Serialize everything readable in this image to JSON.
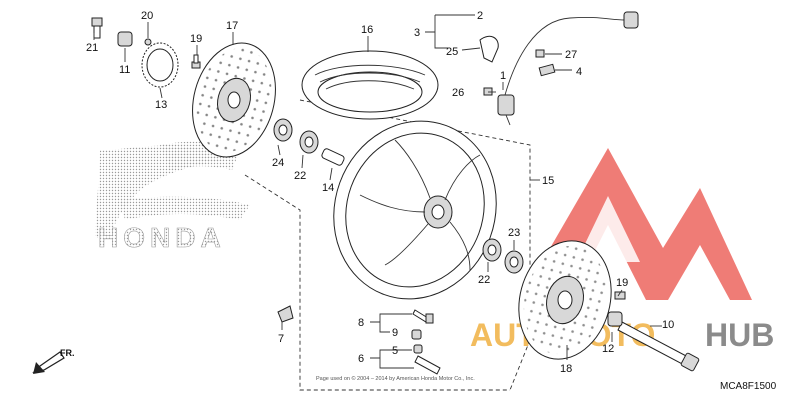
{
  "callouts": {
    "c1": "1",
    "c2": "2",
    "c3": "3",
    "c4": "4",
    "c5": "5",
    "c6": "6",
    "c7": "7",
    "c8": "8",
    "c9": "9",
    "c10": "10",
    "c11": "11",
    "c12": "12",
    "c13": "13",
    "c14": "14",
    "c15": "15",
    "c16": "16",
    "c17": "17",
    "c18": "18",
    "c19a": "19",
    "c19b": "19",
    "c20": "20",
    "c21": "21",
    "c22a": "22",
    "c22b": "22",
    "c23": "23",
    "c24": "24",
    "c25": "25",
    "c26": "26",
    "c27": "27"
  },
  "honda_logo_text": "HONDA",
  "watermark": {
    "auto": "AUTO",
    "moto": "MOTO",
    "hub": "HUB"
  },
  "front_arrow_label": "FR.",
  "diagram_code": "MCA8F1500",
  "copyright_text": "Page used on © 2004 – 2014 by American Honda Motor Co., Inc.",
  "colors": {
    "watermark_red": "#e8453c",
    "watermark_orange": "#f0b143",
    "line": "#333333"
  },
  "icons": [
    "front-arrow-icon"
  ]
}
